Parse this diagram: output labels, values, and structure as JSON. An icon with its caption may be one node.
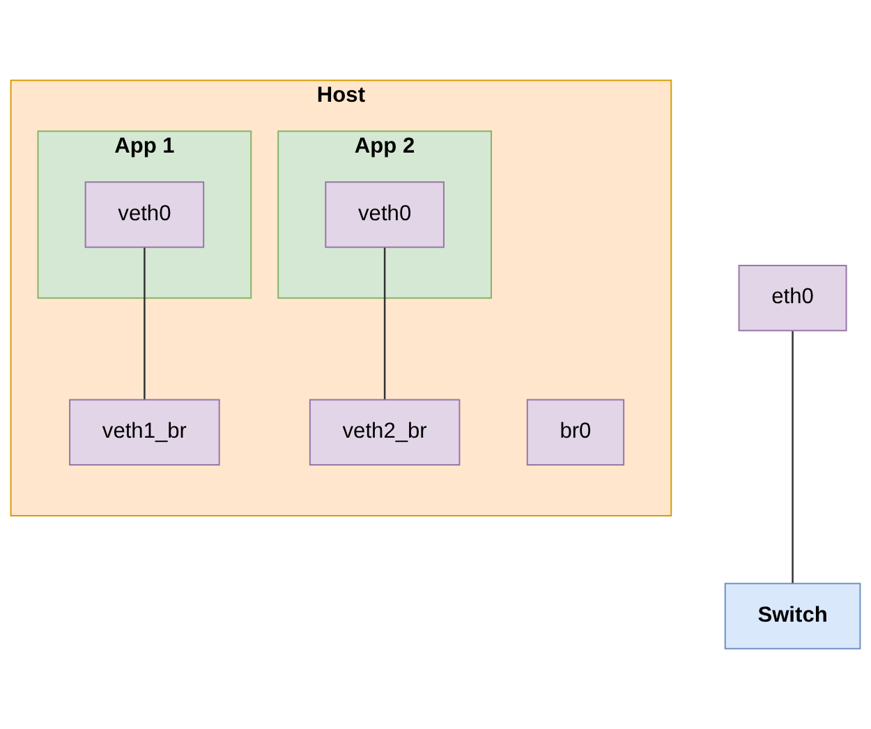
{
  "diagram": {
    "nodes": [
      {
        "text": [
          "Host"
        ]
      },
      {
        "text": [
          "App 1"
        ],
        "in": 0
      },
      {
        "text": [
          "veth0"
        ],
        "in": 1
      },
      {
        "text": [
          "App 2"
        ],
        "in": 0
      },
      {
        "text": [
          "veth0"
        ],
        "in": 3
      },
      {
        "text": [
          "veth1_br"
        ],
        "in": 0
      },
      {
        "text": [
          "veth2_br"
        ],
        "in": 0
      },
      {
        "text": [
          "br0"
        ],
        "in": 0
      },
      {
        "text": [
          "eth0"
        ]
      },
      {
        "text": [
          "Switch"
        ]
      }
    ],
    "edges": [
      {
        "from": 2,
        "to": 5,
        "arrow": "none"
      },
      {
        "from": 4,
        "to": 6,
        "arrow": "none"
      },
      {
        "from": 8,
        "to": 9,
        "arrow": "none"
      }
    ]
  }
}
